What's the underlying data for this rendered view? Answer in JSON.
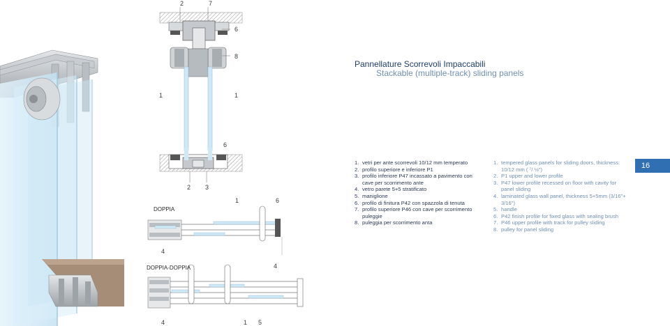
{
  "title": {
    "italian": "Pannellature Scorrevoli Impaccabili",
    "english": "Stackable (multiple-track) sliding panels"
  },
  "page_number": "16",
  "colors": {
    "accent_blue": "#2f6fb2",
    "title_dark_blue": "#1f3d6b",
    "text_light_blue": "#6f8fb2",
    "glass": "#cfe8f6",
    "profile_gray": "#a9aeb3",
    "floor_brown": "#a58d78"
  },
  "captions": {
    "doppia": "DOPPIA",
    "doppia_doppia": "DOPPIA-DOPPIA"
  },
  "callouts": {
    "top_section_top": [
      "2",
      "7"
    ],
    "top_section_side": [
      "6",
      "8"
    ],
    "top_section_mid": [
      "1",
      "1"
    ],
    "bottom_section_top": "6",
    "bottom_section_bottom": [
      "2",
      "3"
    ],
    "plan_doppia": [
      "1",
      "6",
      "4"
    ],
    "plan_doppia_doppia": [
      "4",
      "4",
      "1",
      "5"
    ]
  },
  "legend_italian": [
    {
      "n": "1.",
      "text": "vetri per ante scorrevoli 10/12 mm temperato"
    },
    {
      "n": "2.",
      "text": "profilo superiore e inferiore P1"
    },
    {
      "n": "3.",
      "text": "profilo inferiore P47 incassato a pavimento con cave per scorrimento ante"
    },
    {
      "n": "4.",
      "text": "vetro parete 5+5 stratificato"
    },
    {
      "n": "5.",
      "text": "maniglione"
    },
    {
      "n": "6.",
      "text": "profilo di finitura P42 con spazzola di tenuta"
    },
    {
      "n": "7.",
      "text": "profilo superiore P46 con cave per scorrimento puleggie"
    },
    {
      "n": "8.",
      "text": "puleggia per scorrimento anta"
    }
  ],
  "legend_english": [
    {
      "n": "1.",
      "text": "tempered glass panels for sliding doors, thickness: 10/12 mm ( ⁷/ ½\")"
    },
    {
      "n": "2.",
      "text": "P1 upper and lower profile"
    },
    {
      "n": "3.",
      "text": "P47 lower profile recessed on floor with cavity for panel sliding"
    },
    {
      "n": "4.",
      "text": "laminated glass wall panel, thickness 5+5mm (3/16\"+ 3/16\")"
    },
    {
      "n": "5.",
      "text": "handle"
    },
    {
      "n": "6.",
      "text": "P42 finish profile for fixed glass with sealing brush"
    },
    {
      "n": "7.",
      "text": "P46 upper profile with track for pulley sliding"
    },
    {
      "n": "8.",
      "text": "pulley for panel sliding"
    }
  ]
}
